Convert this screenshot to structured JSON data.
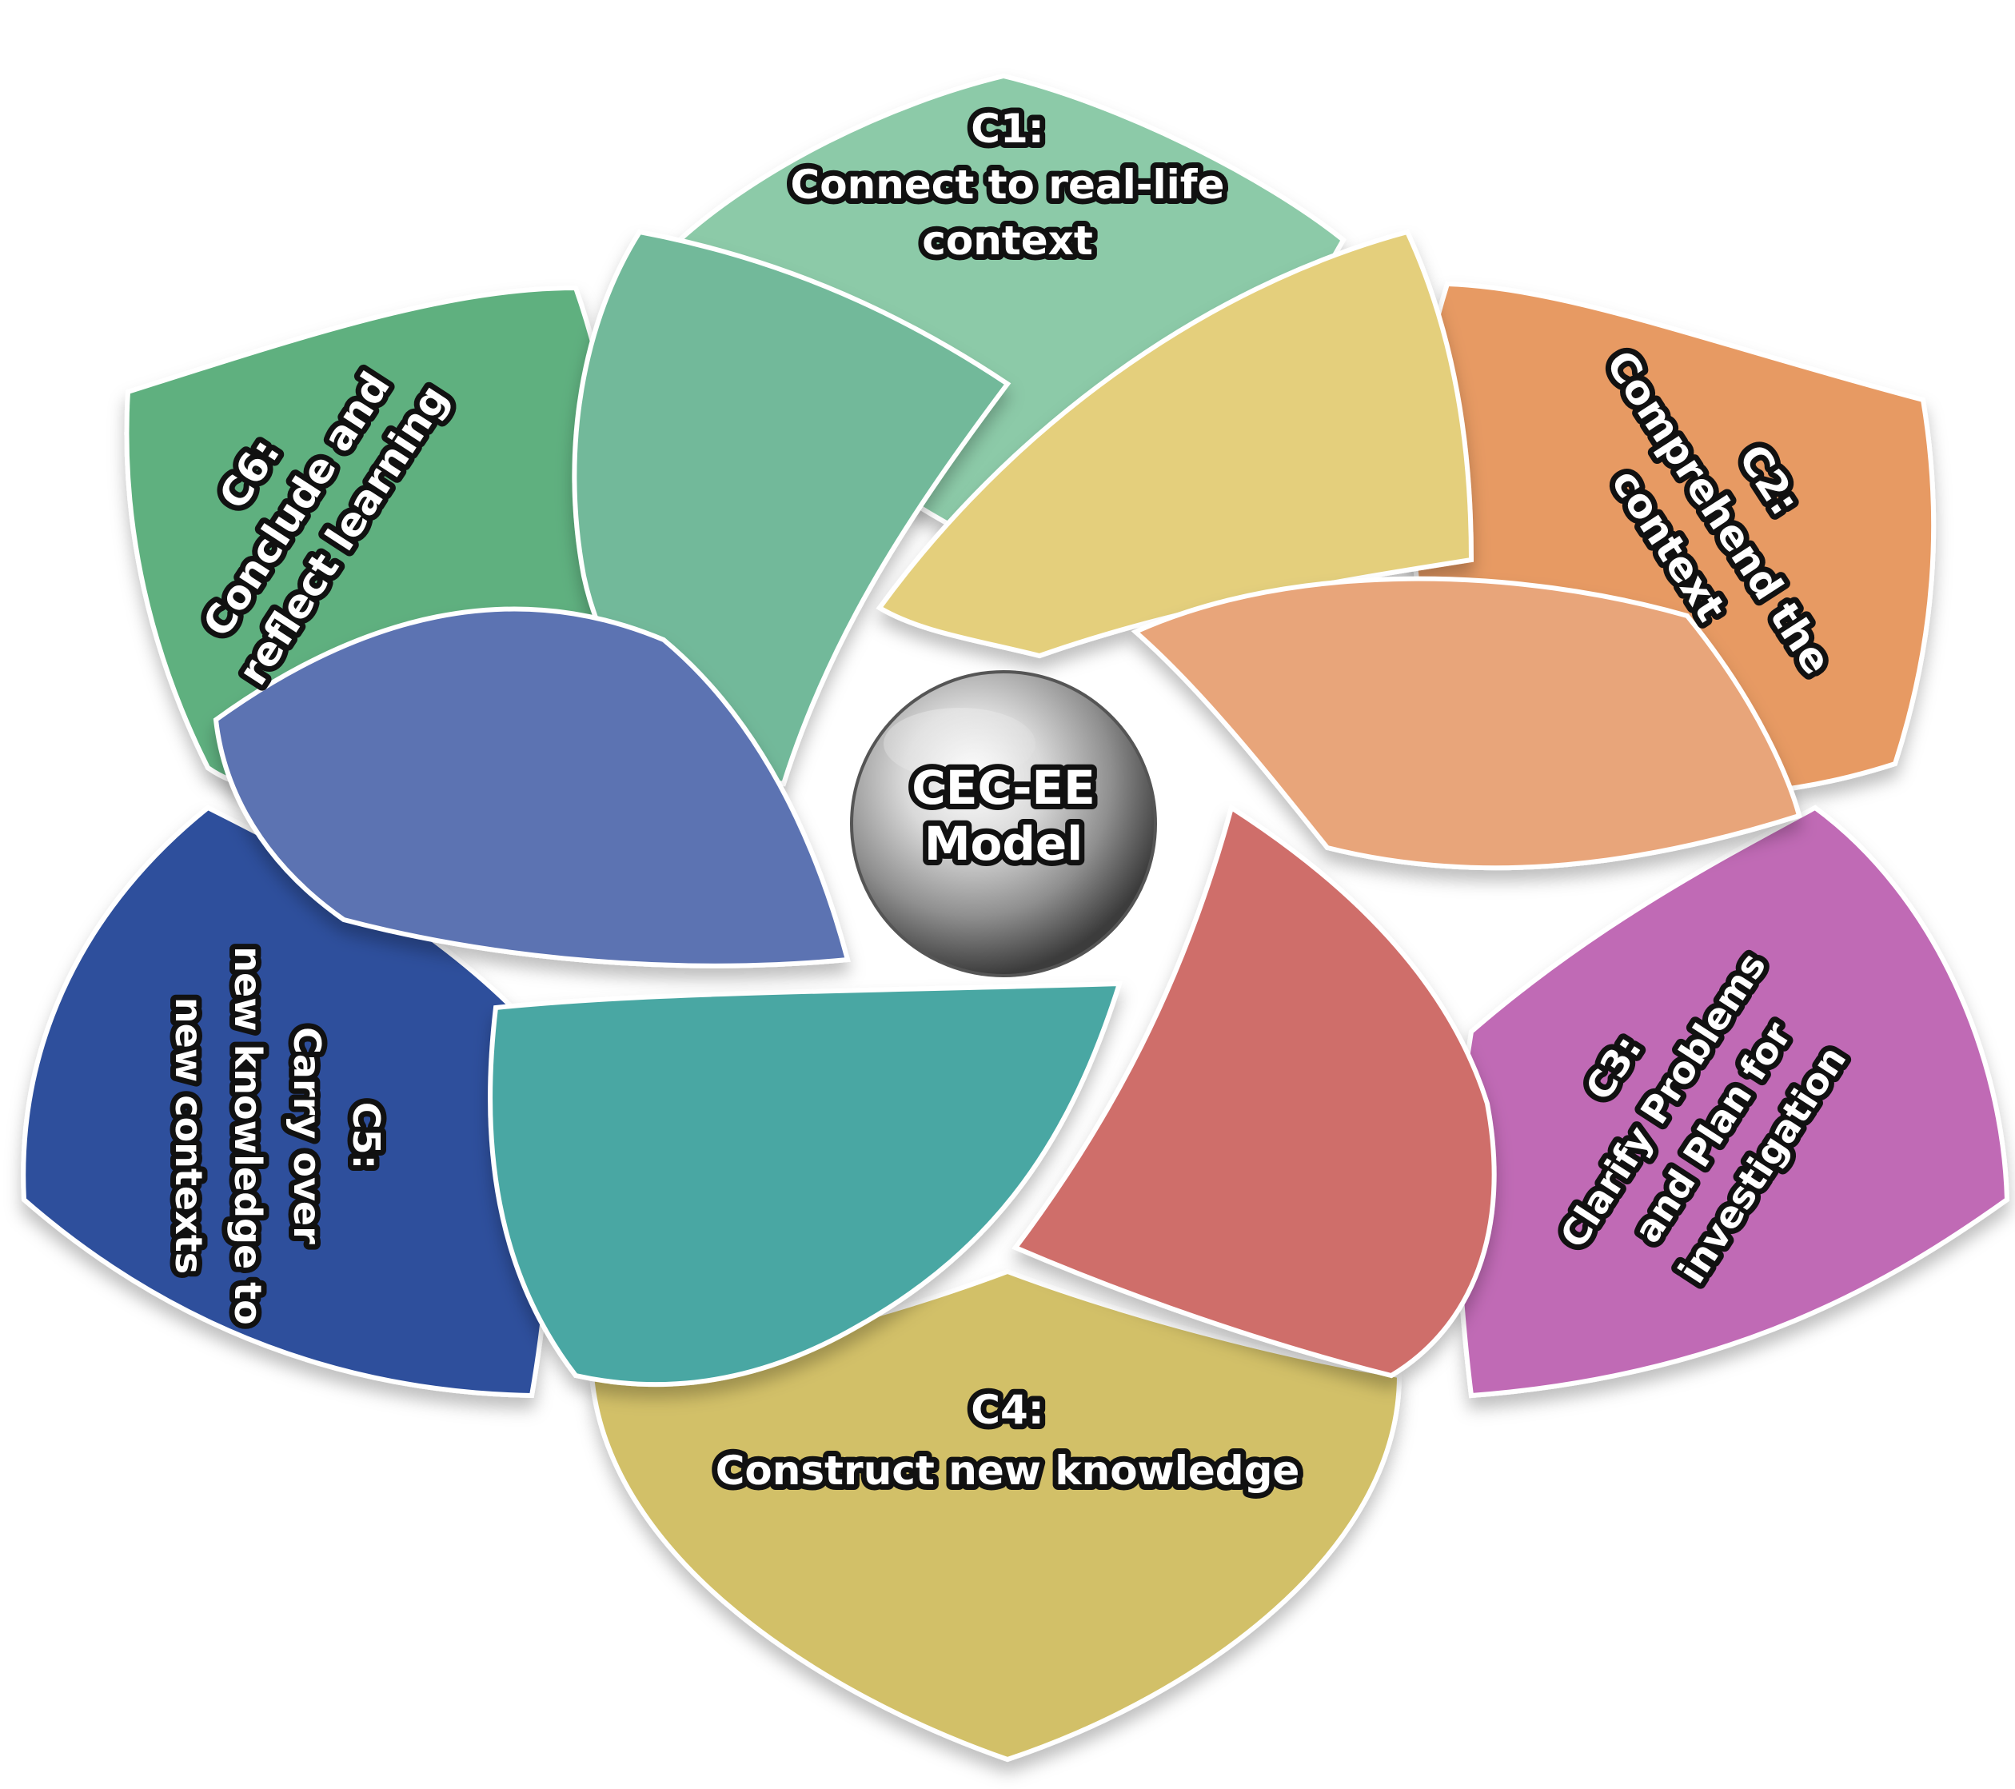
{
  "center": {
    "line1": "CEC-EE",
    "line2": "Model"
  },
  "petals": [
    {
      "id": "c1",
      "code": "C1:",
      "lines": [
        "Connect to real-life",
        "context"
      ],
      "color": "#8ccaa8",
      "inner_color": "#72b99a"
    },
    {
      "id": "c2",
      "code": "C2:",
      "lines": [
        "Comprehend the",
        "context"
      ],
      "color": "#e79a63",
      "inner_color": "#e8a57a"
    },
    {
      "id": "c3",
      "code": "C3:",
      "lines": [
        "Clarify Problems",
        "and Plan for",
        "investigation"
      ],
      "color": "#c06ab5",
      "inner_color": "#cf6e6b"
    },
    {
      "id": "c4",
      "code": "C4:",
      "lines": [
        "Construct new knowledge"
      ],
      "color": "#d2c067",
      "inner_color": "#e4cf7c"
    },
    {
      "id": "c5",
      "code": "C5:",
      "lines": [
        "Carry over",
        "new knowledge to",
        "new contexts"
      ],
      "color": "#2d4f9c",
      "inner_color": "#4aa7a3"
    },
    {
      "id": "c6",
      "code": "C6:",
      "lines": [
        "Conclude and",
        "reflect learning"
      ],
      "color": "#5fb07f",
      "inner_color": "#5c73b2"
    }
  ]
}
